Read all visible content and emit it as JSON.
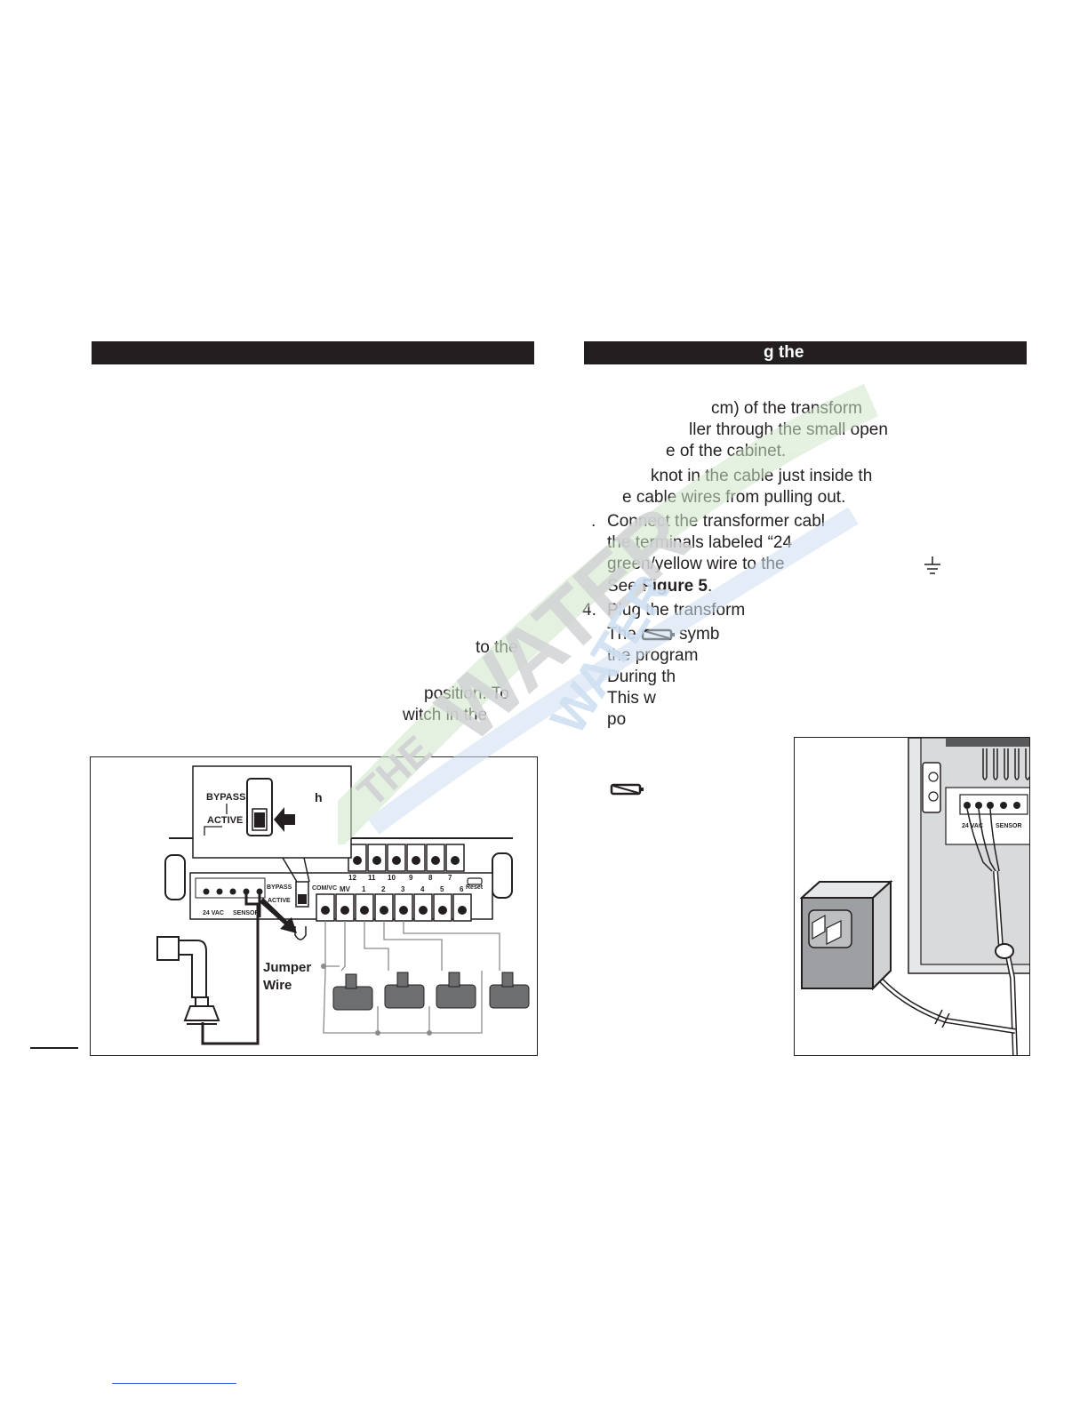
{
  "left_section": {
    "header": "",
    "text_lines": [
      "to the",
      "position. To",
      "witch in the"
    ]
  },
  "right_section": {
    "header": "g the",
    "text_lines": [
      "cm) of the transform",
      "ller through the small open",
      "e of the cabinet.",
      "knot in the cable just inside th",
      "e cable wires from pulling out.",
      ".",
      "Connect the transformer cabl",
      "the terminals labeled “24",
      "green/yellow wire to the",
      "See ",
      "Figure 5",
      ".",
      "4.",
      "Plug the transform",
      "The",
      "symb",
      "the program",
      "During th",
      "This w",
      "po"
    ]
  },
  "figure_left": {
    "callout": {
      "bypass": "BYPASS",
      "active": "ACTIVE",
      "fragment": "h"
    },
    "terminal_numbers_top": [
      "12",
      "11",
      "10",
      "9",
      "8",
      "7"
    ],
    "terminal_numbers_bottom": [
      "COM/VC",
      "MV",
      "1",
      "2",
      "3",
      "4",
      "5",
      "6"
    ],
    "labels": {
      "reset": "Reset",
      "vac": "24 VAC",
      "sensor": "SENSOR",
      "bypass": "BYPASS",
      "active": "ACTIVE"
    },
    "jumper": [
      "Jumper",
      "Wire"
    ]
  },
  "figure_right": {
    "labels": {
      "vac": "24 VAC",
      "sensor": "SENSOR"
    }
  },
  "watermark": {
    "text1": "THE",
    "text2": "WATER",
    "text3": "WATER"
  },
  "icons": [
    "battery-symbol-icon",
    "ground-symbol-icon",
    "arrow-icon"
  ],
  "colors": {
    "ink": "#231f20",
    "watermark_green": "#cfe6c8",
    "watermark_blue": "#cfe0f2",
    "valve": "#6d6e70"
  }
}
